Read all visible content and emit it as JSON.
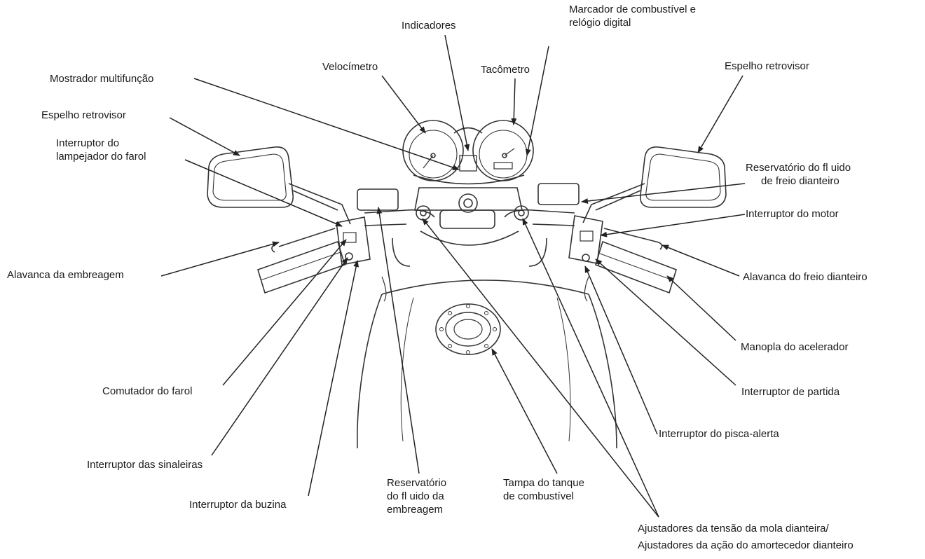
{
  "labels": {
    "marcador": [
      "Marcador de combustível e",
      "relógio digital"
    ],
    "indicadores": "Indicadores",
    "velocimetro": "Velocímetro",
    "tacometro": "Tacômetro",
    "mostrador": "Mostrador multifunção",
    "espelho_esq": "Espelho retrovisor",
    "espelho_dir": "Espelho retrovisor",
    "lampejador": [
      "Interruptor do",
      "lampejador do farol"
    ],
    "reservatorio_freio": [
      "Reservatório do fl uido",
      "de freio dianteiro"
    ],
    "interruptor_motor": "Interruptor do motor",
    "alavanca_embreagem": "Alavanca da embreagem",
    "alavanca_freio": "Alavanca do freio dianteiro",
    "manopla": "Manopla do acelerador",
    "comutador": "Comutador do farol",
    "interruptor_partida": "Interruptor de partida",
    "pisca_alerta": "Interruptor do pisca-alerta",
    "sinaleiras": "Interruptor das sinaleiras",
    "reservatorio_embreagem": [
      "Reservatório",
      "do fl uido da",
      "embreagem"
    ],
    "tampa_tanque": [
      "Tampa do tanque",
      "de combustível"
    ],
    "buzina": "Interruptor da buzina",
    "ajustadores": [
      "Ajustadores da tensão da mola dianteira/",
      "Ajustadores da ação do amortecedor dianteiro"
    ]
  }
}
